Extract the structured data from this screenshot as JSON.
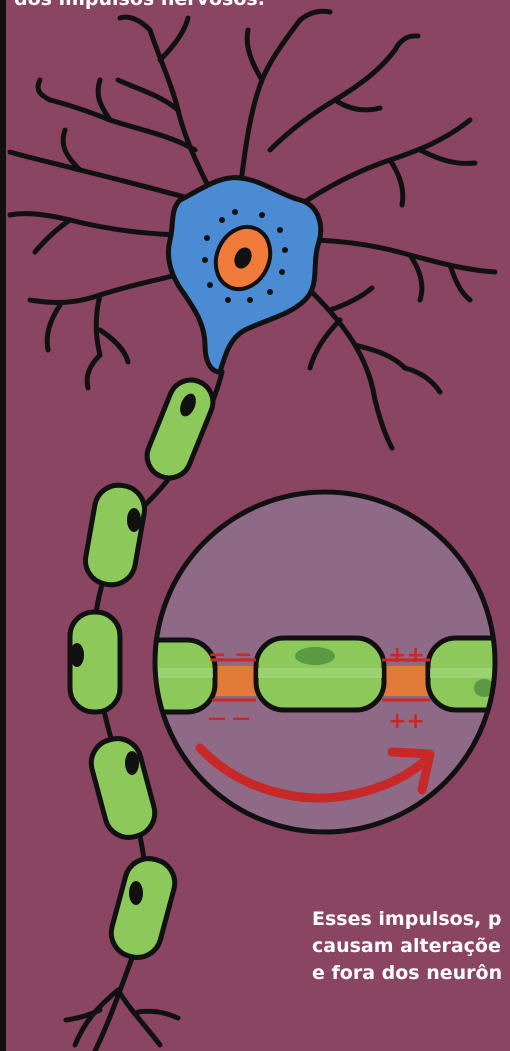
{
  "captions": {
    "top_line": "dos impulsos nervosos.",
    "bottom_lines": [
      "Esses impulsos, p",
      "causam alteraçõe",
      "e fora dos neurôn"
    ]
  },
  "magnifier": {
    "left_charges_top": "= =",
    "left_charges_bottom": "— —",
    "right_charges_top": "++",
    "right_charges_bottom": "++"
  },
  "colors": {
    "background": "#8a4563",
    "soma": "#4a8bd4",
    "nucleus": "#f07a3a",
    "myelin": "#8cc95a",
    "magnifier_fill": "#8e6a86",
    "arrow": "#c82828",
    "outline": "#111111"
  },
  "icons": {
    "neuron": "neuron-illustration",
    "magnifier": "magnified-axon-circle",
    "arrow": "impulse-direction-arrow"
  }
}
